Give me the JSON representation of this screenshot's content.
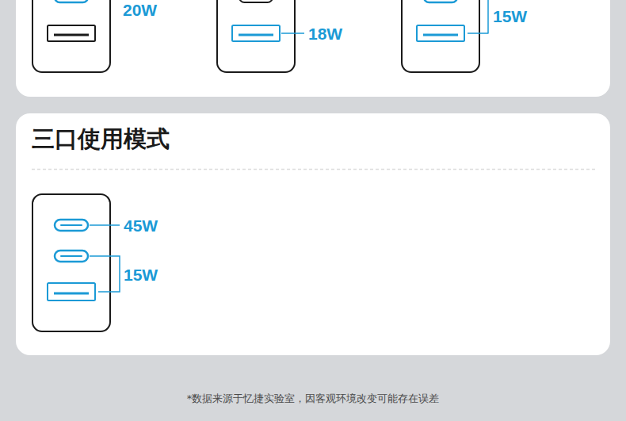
{
  "diagram": {
    "caption": "*数据来源于忆捷实验室，因客观环境改变可能存在误差",
    "nodes": [
      {
        "text": [
          "三口使用模式"
        ]
      }
    ],
    "labels": [
      "20W",
      "18W",
      "15W",
      "45W",
      "15W"
    ]
  }
}
